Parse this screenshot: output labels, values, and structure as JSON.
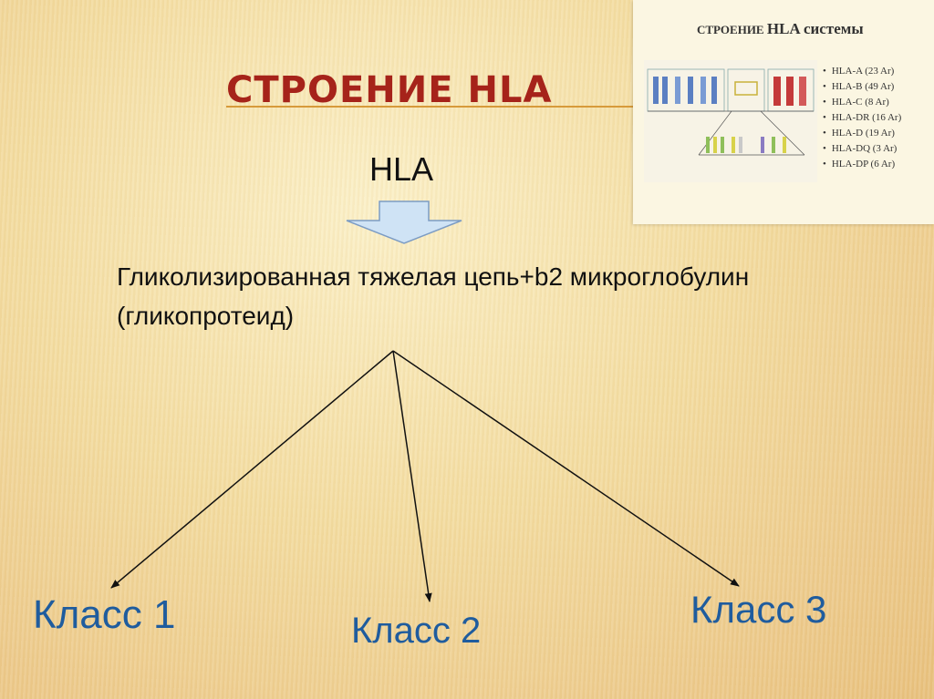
{
  "slide": {
    "title": "СТРОЕНИЕ HLA",
    "root": "HLA",
    "description": "Гликолизированная тяжелая цепь+b2 микроглобулин (гликопротеид)",
    "classes": [
      "Класс 1",
      "Класс 2",
      "Класс 3"
    ]
  },
  "inset": {
    "title_prefix": "СТРОЕНИЕ",
    "title_main": "HLA",
    "title_suffix": "системы",
    "items": [
      "HLA-A (23 Ar)",
      "HLA-B (49 Ar)",
      "HLA-C (8 Ar)",
      "HLA-DR (16 Ar)",
      "HLA-D (19 Ar)",
      "HLA-DQ (3 Ar)",
      "HLA-DP (6 Ar)"
    ]
  },
  "colors": {
    "title": "#a6231a",
    "class_label": "#1f5c9e",
    "arrow_fill": "#cfe3f5",
    "arrow_stroke": "#7c9cc4"
  }
}
